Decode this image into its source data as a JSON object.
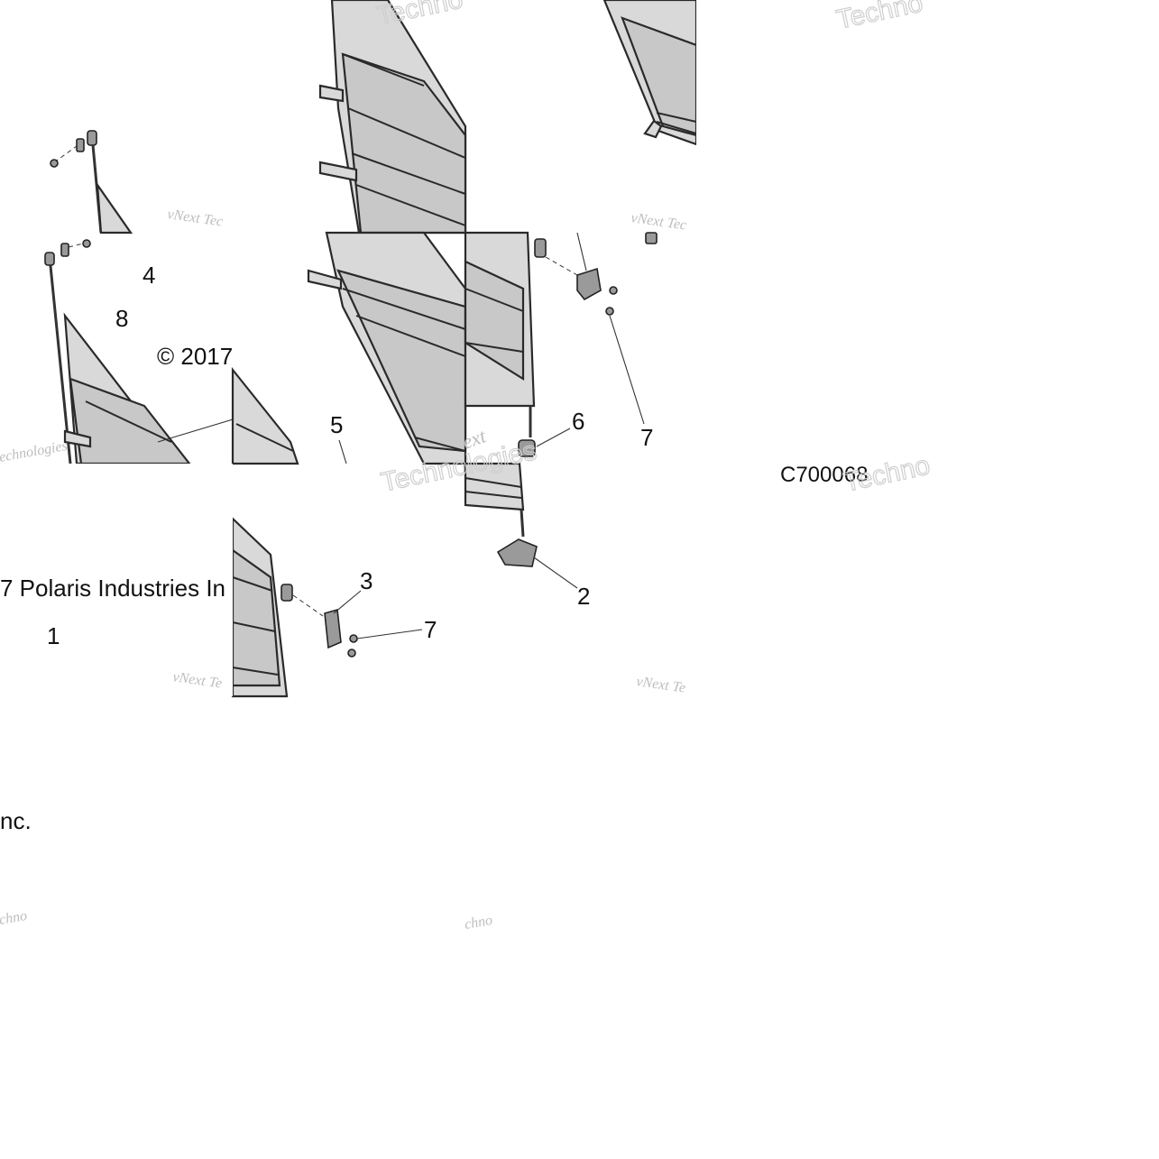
{
  "callouts": {
    "c1": "1",
    "c2": "2",
    "c3": "3",
    "c4": "4",
    "c5": "5",
    "c6": "6",
    "c7a": "7",
    "c7b": "7",
    "c8": "8"
  },
  "copyright": {
    "part_a": "© 2017",
    "part_b": "7 Polaris Industries In",
    "part_c": "nc."
  },
  "diagram_code": "C700068",
  "watermark": {
    "brand_a": "vNext Tec",
    "brand_b": "Technologies",
    "brand_c": "Techno",
    "brand_d": "vNext Te",
    "brand_e": "echnologies",
    "brand_f": "ext",
    "brand_g": "chno"
  }
}
